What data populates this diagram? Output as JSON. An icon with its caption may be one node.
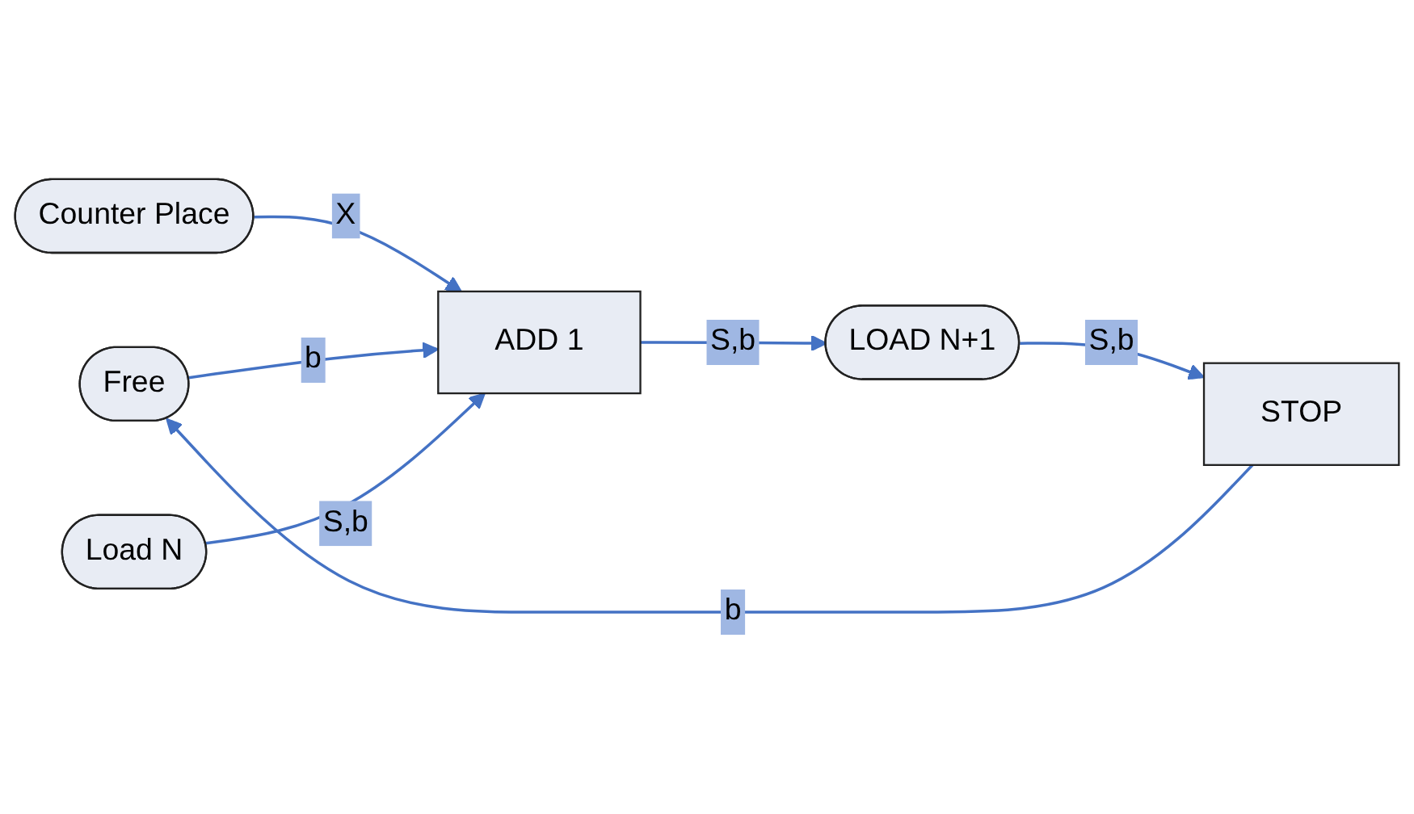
{
  "diagram": {
    "nodes": [
      {
        "text": [
          "Free"
        ]
      },
      {
        "text": [
          "Counter Place"
        ]
      },
      {
        "text": [
          "ADD 1"
        ]
      },
      {
        "text": [
          "LOAD N+1"
        ]
      },
      {
        "text": [
          "STOP"
        ]
      },
      {
        "text": [
          "Load N"
        ]
      }
    ],
    "edges": [
      {
        "from": 1,
        "to": 2,
        "arrow": "to",
        "label": "X"
      },
      {
        "from": 0,
        "to": 2,
        "arrow": "to",
        "label": "b"
      },
      {
        "from": 2,
        "to": 3,
        "arrow": "to",
        "label": "S,b"
      },
      {
        "from": 3,
        "to": 4,
        "arrow": "to",
        "label": "S,b"
      },
      {
        "from": 4,
        "to": 0,
        "arrow": "to",
        "label": "b"
      },
      {
        "from": 5,
        "to": 2,
        "arrow": "to",
        "label": "S,b"
      }
    ]
  }
}
